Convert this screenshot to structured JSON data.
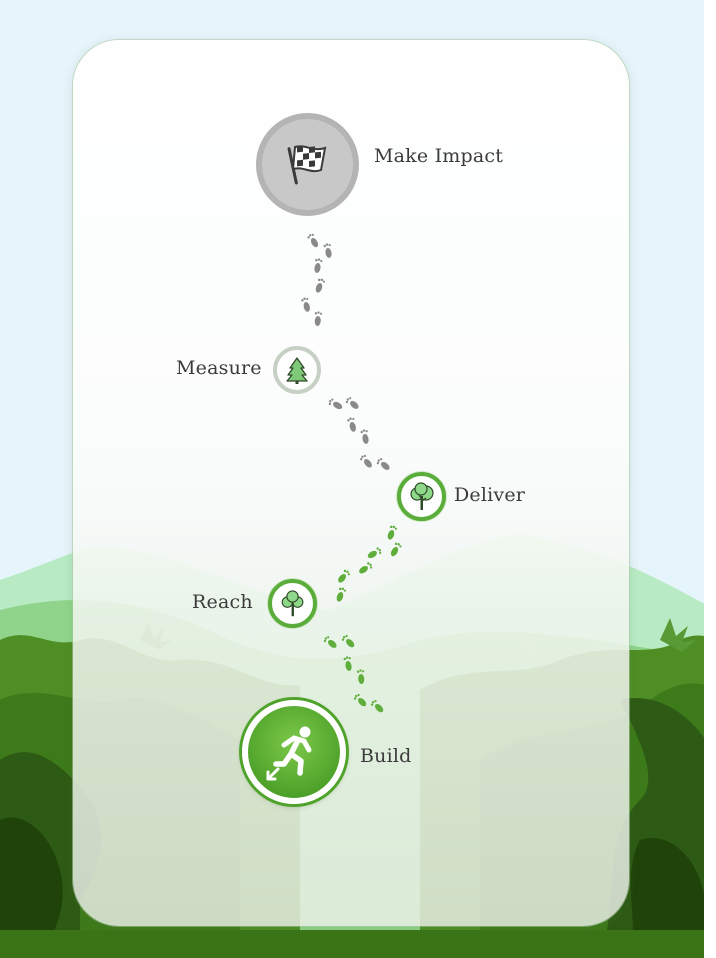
{
  "milestones": [
    {
      "label": "Make Impact",
      "icon": "checkered-flag-icon",
      "state": "locked"
    },
    {
      "label": "Measure",
      "icon": "pine-tree-icon",
      "state": "locked"
    },
    {
      "label": "Deliver",
      "icon": "tree-icon",
      "state": "unlocked"
    },
    {
      "label": "Reach",
      "icon": "tree-icon",
      "state": "unlocked"
    },
    {
      "label": "Build",
      "icon": "runner-icon",
      "state": "current"
    }
  ],
  "colors": {
    "locked_ring": "#b4b4b4",
    "locked_fill": "#c8c8c8",
    "unlocked_ring": "#5aad3a",
    "current_fill": "#62b33a",
    "footprint_gray": "#8a8a8a",
    "footprint_green": "#5fae3c",
    "sky": "#e6f4fb",
    "jungle_dark": "#2d5a14"
  }
}
